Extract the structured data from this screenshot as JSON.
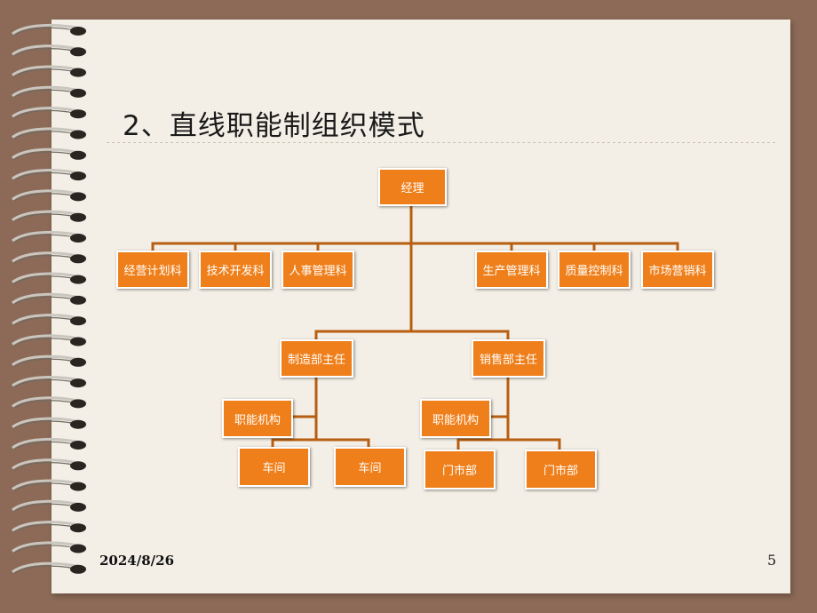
{
  "slide": {
    "title": "2、直线职能制组织模式",
    "date": "2024/8/26",
    "page_number": "5"
  },
  "org_chart": {
    "manager": "经理",
    "staff_departments": [
      "经营计划科",
      "技术开发科",
      "人事管理科",
      "生产管理科",
      "质量控制科",
      "市场营销科"
    ],
    "manufacturing": {
      "head": "制造部主任",
      "functional_unit": "职能机构",
      "units": [
        "车间",
        "车间"
      ]
    },
    "sales": {
      "head": "销售部主任",
      "functional_unit": "职能机构",
      "units": [
        "门市部",
        "门市部"
      ]
    }
  },
  "colors": {
    "box_fill": "#ef7f1a",
    "connector": "#b85e10",
    "page_background": "#f3efe6",
    "frame_background": "#8c6a57"
  }
}
